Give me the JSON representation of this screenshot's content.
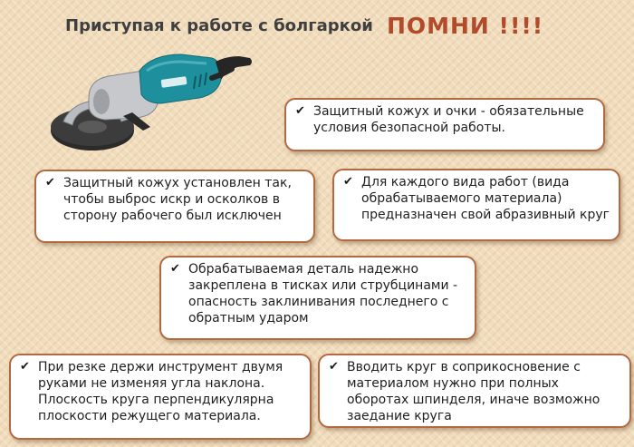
{
  "header": {
    "title": "Приступая к работе с болгаркой",
    "accent": "ПОМНИ !!!!"
  },
  "illustration": {
    "icon": "angle-grinder-icon",
    "colors": {
      "body": "#1e8f9c",
      "dark": "#2a2a2a",
      "metal": "#b9bcc0"
    }
  },
  "bullet_glyph": "✔",
  "rules": [
    "Защитный кожух и очки - обязательные условия безопасной работы.",
    "Защитный кожух установлен так, чтобы выброс искр и осколков в сторону рабочего был исключен",
    "Для каждого вида работ (вида обрабатываемого материала) предназначен свой абразивный круг",
    "Обрабатываемая деталь надежно закреплена в тисках или струбцинами - опасность заклинивания последнего с обратным ударом",
    "При резке держи инструмент двумя руками не изменяя угла наклона. Плоскость круга перпендикулярна плоскости режущего материала.",
    "Вводить круг в соприкосновение с материалом нужно при полных оборотах шпинделя, иначе возможно заедание круга"
  ],
  "colors": {
    "background": "#f1dcbc",
    "card_border": "#b46a40",
    "accent": "#b24a2c",
    "title": "#3f3f3f"
  }
}
